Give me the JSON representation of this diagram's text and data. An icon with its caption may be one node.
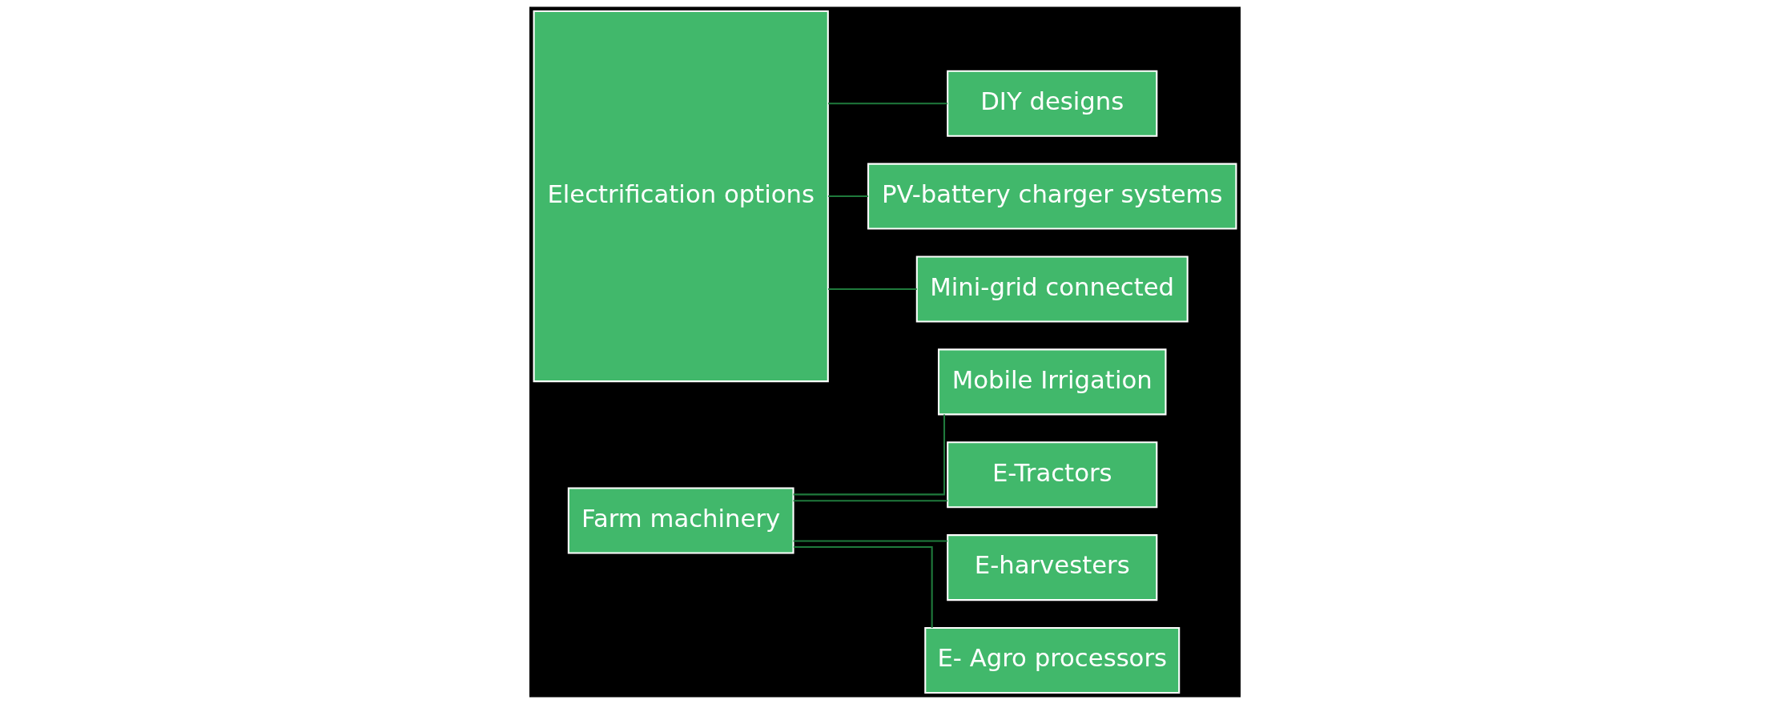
{
  "diagram": {
    "nodes": [
      {
        "text": [
          "Farm machinery"
        ]
      },
      {
        "text": [
          "Mobile Irrigation"
        ]
      },
      {
        "text": [
          "E-Tractors"
        ]
      },
      {
        "text": [
          "E-harvesters"
        ]
      },
      {
        "text": [
          "E- Agro processors"
        ]
      },
      {
        "text": [
          "Electrification options"
        ]
      },
      {
        "text": [
          "DIY designs"
        ]
      },
      {
        "text": [
          "PV-battery charger systems"
        ]
      },
      {
        "text": [
          "Mini-grid connected"
        ]
      }
    ],
    "edges": [
      {
        "from": 0,
        "to": 1,
        "arrow": "none"
      },
      {
        "from": 0,
        "to": 2,
        "arrow": "none"
      },
      {
        "from": 0,
        "to": 3,
        "arrow": "none"
      },
      {
        "from": 0,
        "to": 4,
        "arrow": "none"
      },
      {
        "from": 5,
        "to": 6,
        "arrow": "none"
      },
      {
        "from": 5,
        "to": 7,
        "arrow": "none"
      },
      {
        "from": 5,
        "to": 8,
        "arrow": "none"
      }
    ]
  }
}
